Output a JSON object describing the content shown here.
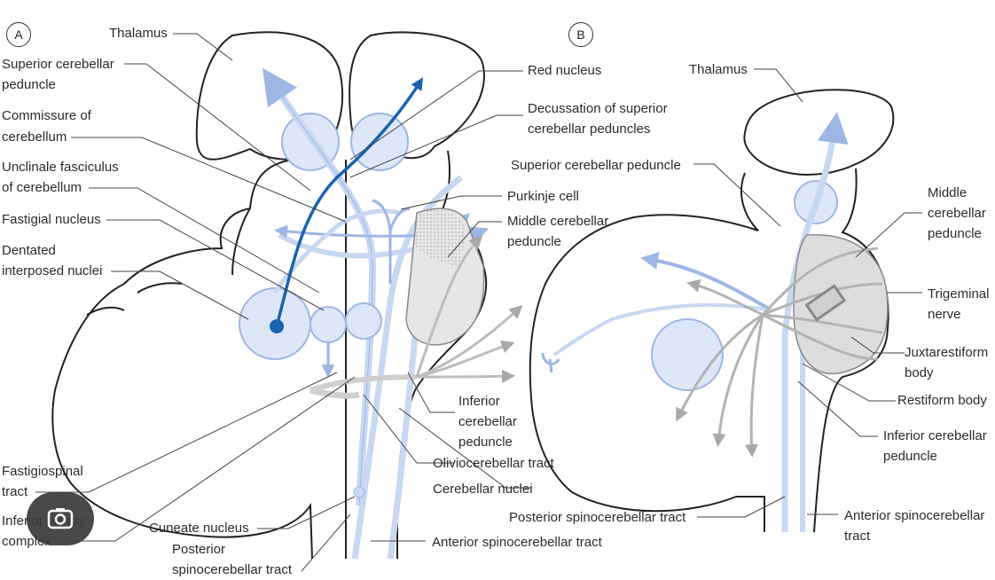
{
  "panel_a": {
    "tag": "A",
    "labels": {
      "thalamus": "Thalamus",
      "superior_cerebellar_peduncle": [
        "Superior cerebellar",
        "peduncle"
      ],
      "commissure": [
        "Commissure of",
        "cerebellum"
      ],
      "unclinale": [
        "Unclinale fasciculus",
        "of cerebellum"
      ],
      "fastigial_nucleus": "Fastigial nucleus",
      "dentated": [
        "Dentated",
        "interposed nuclei"
      ],
      "fastigiospinal": [
        "Fastigiospinal",
        "tract"
      ],
      "inferior_olivary": [
        "Inferior olivary",
        "complex"
      ],
      "cuneate_nucleus": "Cuneate nucleus",
      "posterior_spinocerebellar": [
        "Posterior",
        "spinocerebellar tract"
      ],
      "anterior_spinocerebellar": "Anterior spinocerebellar tract",
      "red_nucleus": "Red nucleus",
      "decussation": [
        "Decussation of superior",
        "cerebellar peduncles"
      ],
      "purkinje": "Purkinje cell",
      "middle_peduncle": [
        "Middle cerebellar",
        "peduncle"
      ],
      "inferior_peduncle": [
        "Inferior",
        "cerebellar",
        "peduncle"
      ],
      "oliviocerebellar": "Oliviocerebellar tract",
      "cerebellar_nuclei": "Cerebellar nuclei"
    }
  },
  "panel_b": {
    "tag": "B",
    "labels": {
      "thalamus": "Thalamus",
      "superior_peduncle": "Superior cerebellar peduncle",
      "middle_peduncle": [
        "Middle",
        "cerebellar",
        "peduncle"
      ],
      "trigeminal": [
        "Trigeminal",
        "nerve"
      ],
      "juxtarestiform": [
        "Juxtarestiform",
        "body"
      ],
      "restiform": "Restiform body",
      "inferior_peduncle": [
        "Inferior cerebellar",
        "peduncle"
      ],
      "posterior_spinocerebellar": "Posterior spinocerebellar tract",
      "anterior_spinocerebellar": [
        "Anterior spinocerebellar",
        "tract"
      ]
    }
  },
  "overlay": {
    "icon": "camera-lens-icon"
  },
  "colors": {
    "tract_light": "#c8d8f2",
    "tract_edge": "#9db6e4",
    "tract_dark": "#1a63b0",
    "gray_tract": "#b9b9b9",
    "outline": "#222222"
  }
}
